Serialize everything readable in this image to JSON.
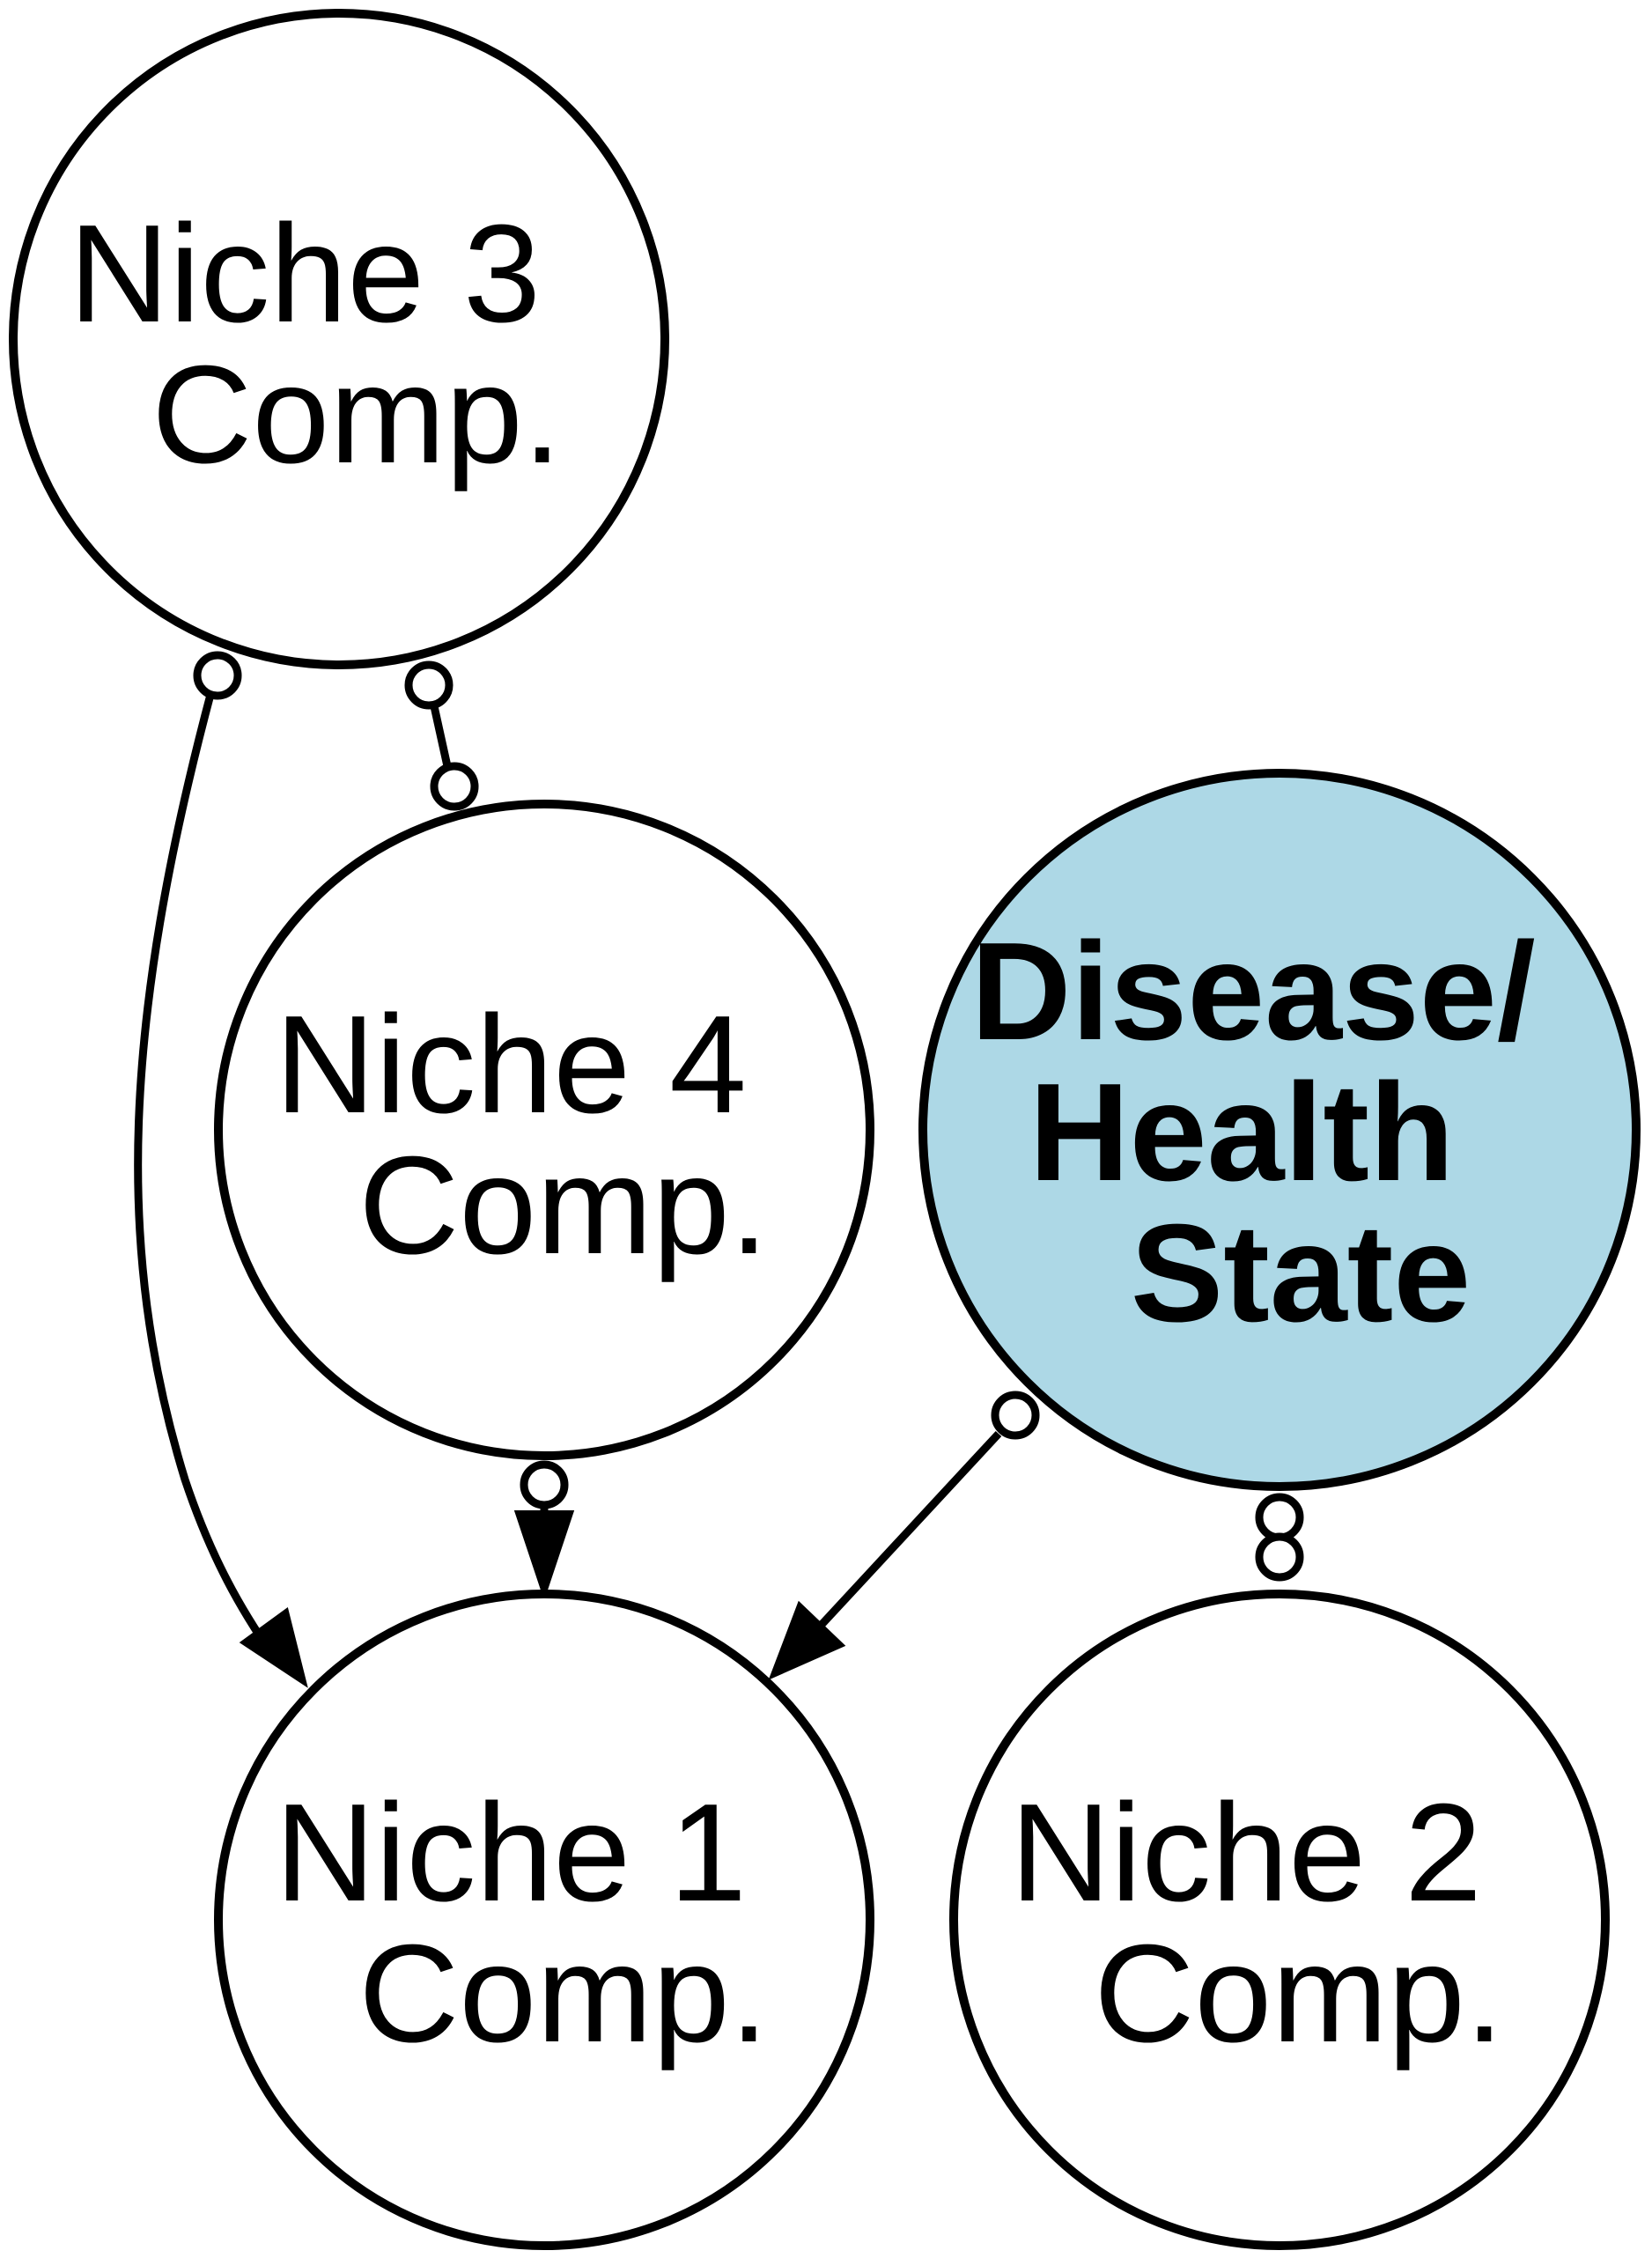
{
  "nodes": {
    "niche3": {
      "lines": [
        "Niche 3",
        "Comp."
      ]
    },
    "niche4": {
      "lines": [
        "Niche 4",
        "Comp."
      ]
    },
    "disease": {
      "lines": [
        "Disease/",
        "Health",
        "State"
      ]
    },
    "niche1": {
      "lines": [
        "Niche 1",
        "Comp."
      ]
    },
    "niche2": {
      "lines": [
        "Niche 2",
        "Comp."
      ]
    }
  },
  "colors": {
    "stroke": "#000000",
    "node_fill": "#ffffff",
    "highlight_fill": "#add8e6"
  }
}
